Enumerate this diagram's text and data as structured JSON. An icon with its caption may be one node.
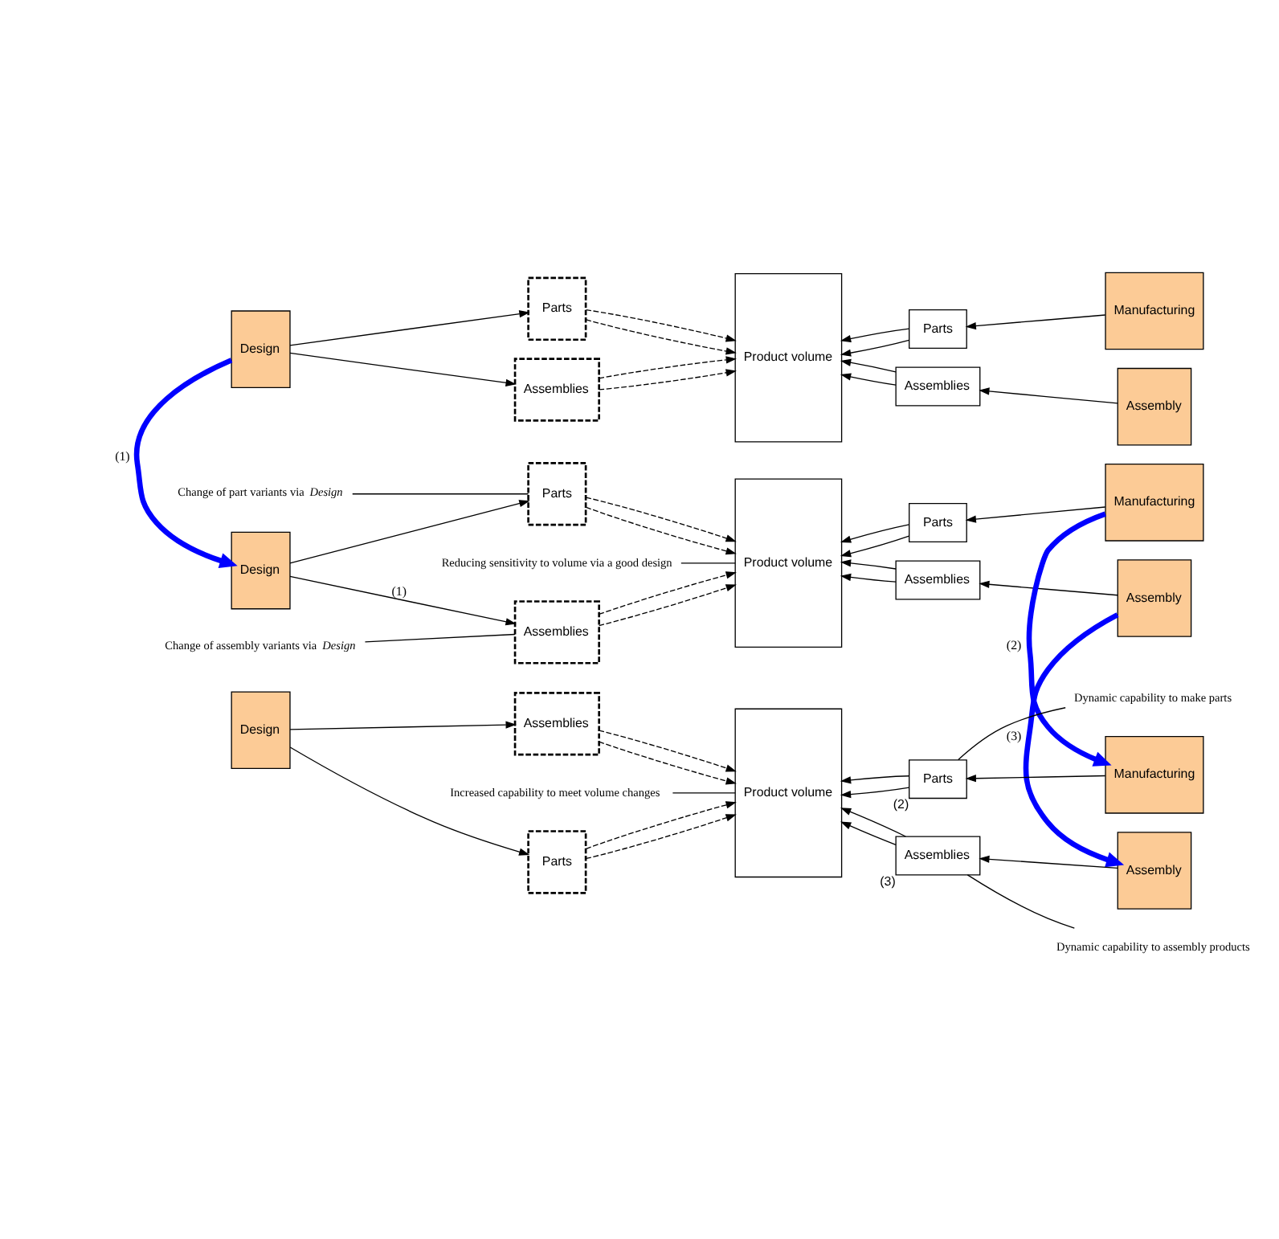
{
  "diagram": {
    "nodes": [
      {
        "text": [
          "Design"
        ]
      },
      {
        "text": [
          "Parts"
        ]
      },
      {
        "text": [
          "Assemblies"
        ]
      },
      {
        "text": [
          "Product volume"
        ]
      },
      {
        "text": [
          "Parts"
        ]
      },
      {
        "text": [
          "Assemblies"
        ]
      },
      {
        "text": [
          "Manufacturing"
        ]
      },
      {
        "text": [
          "Assembly"
        ]
      },
      {
        "text": [
          "Change of part variants via *Design*"
        ]
      },
      {
        "text": [
          "Design"
        ]
      },
      {
        "text": [
          "Parts"
        ]
      },
      {
        "text": [
          "Assemblies"
        ]
      },
      {
        "text": [
          "Product volume"
        ]
      },
      {
        "text": [
          "Parts"
        ]
      },
      {
        "text": [
          "Assemblies"
        ]
      },
      {
        "text": [
          "Manufacturing"
        ]
      },
      {
        "text": [
          "Assembly"
        ]
      },
      {
        "text": [
          "Change of assembly variants via *Design*"
        ]
      },
      {
        "text": [
          "Reducing sensitivity to volume via a good design"
        ]
      },
      {
        "text": [
          "Dynamic capability to make parts"
        ]
      },
      {
        "text": [
          "Design"
        ]
      },
      {
        "text": [
          "Parts"
        ]
      },
      {
        "text": [
          "Assemblies"
        ]
      },
      {
        "text": [
          "Product volume"
        ]
      },
      {
        "text": [
          "Parts"
        ],
        "beside": [
          "(2)"
        ]
      },
      {
        "text": [
          "Assemblies"
        ],
        "beside": [
          "(3)"
        ]
      },
      {
        "text": [
          "Manufacturing"
        ]
      },
      {
        "text": [
          "Assembly"
        ]
      },
      {
        "text": [
          "Increased capability to meet volume changes"
        ]
      },
      {
        "text": [
          "Dynamic capability to assembly products"
        ]
      }
    ],
    "edges": [
      {
        "from": 0,
        "to": 1,
        "arrow": "to"
      },
      {
        "from": 0,
        "to": 2,
        "arrow": "to"
      },
      {
        "from": 1,
        "to": 3,
        "arrow": "to",
        "style": "dashed"
      },
      {
        "from": 1,
        "to": 3,
        "arrow": "to",
        "style": "dashed"
      },
      {
        "from": 2,
        "to": 3,
        "arrow": "to",
        "style": "dashed"
      },
      {
        "from": 2,
        "to": 3,
        "arrow": "to",
        "style": "dashed"
      },
      {
        "from": 4,
        "to": 3,
        "arrow": "to"
      },
      {
        "from": 4,
        "to": 3,
        "arrow": "to"
      },
      {
        "from": 5,
        "to": 3,
        "arrow": "to"
      },
      {
        "from": 5,
        "to": 3,
        "arrow": "to"
      },
      {
        "from": 6,
        "to": 4,
        "arrow": "to"
      },
      {
        "from": 7,
        "to": 5,
        "arrow": "to"
      },
      {
        "from": 0,
        "to": 9,
        "arrow": "to",
        "label": "(1)",
        "style": "thick",
        "color": "#0000ff"
      },
      {
        "from": 8,
        "to": 10,
        "arrow": "none"
      },
      {
        "from": 9,
        "to": 10,
        "arrow": "to"
      },
      {
        "from": 9,
        "to": 11,
        "arrow": "to",
        "label": "(1)"
      },
      {
        "from": 10,
        "to": 12,
        "arrow": "to",
        "style": "dashed"
      },
      {
        "from": 10,
        "to": 12,
        "arrow": "to",
        "style": "dashed"
      },
      {
        "from": 11,
        "to": 12,
        "arrow": "to",
        "style": "dashed"
      },
      {
        "from": 11,
        "to": 12,
        "arrow": "to",
        "style": "dashed"
      },
      {
        "from": 13,
        "to": 12,
        "arrow": "to"
      },
      {
        "from": 13,
        "to": 12,
        "arrow": "to"
      },
      {
        "from": 14,
        "to": 12,
        "arrow": "to"
      },
      {
        "from": 14,
        "to": 12,
        "arrow": "to"
      },
      {
        "from": 15,
        "to": 13,
        "arrow": "to"
      },
      {
        "from": 16,
        "to": 14,
        "arrow": "to"
      },
      {
        "from": 17,
        "to": 11,
        "arrow": "none"
      },
      {
        "from": 18,
        "to": 12,
        "arrow": "none"
      },
      {
        "from": 15,
        "to": 26,
        "arrow": "to",
        "label": "(2)",
        "style": "thick",
        "color": "#0000ff"
      },
      {
        "from": 16,
        "to": 27,
        "arrow": "to",
        "label": "(3)",
        "style": "thick",
        "color": "#0000ff"
      },
      {
        "from": 19,
        "to": 24,
        "arrow": "none"
      },
      {
        "from": 20,
        "to": 21,
        "arrow": "to"
      },
      {
        "from": 20,
        "to": 22,
        "arrow": "to"
      },
      {
        "from": 21,
        "to": 23,
        "arrow": "to",
        "style": "dashed"
      },
      {
        "from": 21,
        "to": 23,
        "arrow": "to",
        "style": "dashed"
      },
      {
        "from": 22,
        "to": 23,
        "arrow": "to",
        "style": "dashed"
      },
      {
        "from": 22,
        "to": 23,
        "arrow": "to",
        "style": "dashed"
      },
      {
        "from": 24,
        "to": 23,
        "arrow": "to"
      },
      {
        "from": 24,
        "to": 23,
        "arrow": "to"
      },
      {
        "from": 25,
        "to": 23,
        "arrow": "to"
      },
      {
        "from": 25,
        "to": 23,
        "arrow": "to"
      },
      {
        "from": 26,
        "to": 24,
        "arrow": "to"
      },
      {
        "from": 27,
        "to": 25,
        "arrow": "to"
      },
      {
        "from": 28,
        "to": 23,
        "arrow": "none"
      },
      {
        "from": 29,
        "to": 25,
        "arrow": "none"
      }
    ]
  }
}
